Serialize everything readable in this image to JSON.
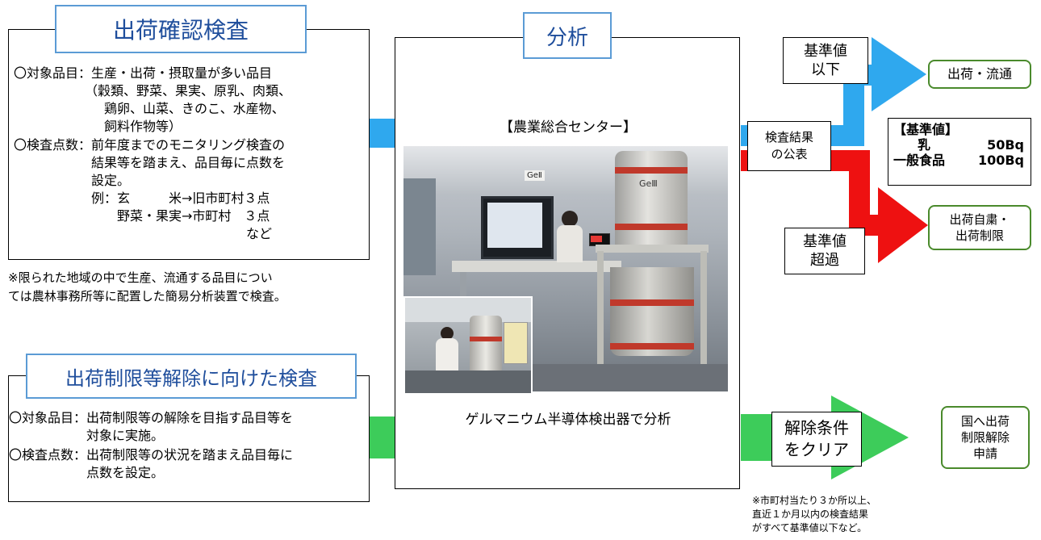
{
  "colors": {
    "accent_blue": "#2fa8ee",
    "accent_red": "#ee1111",
    "accent_green": "#3dcc5a",
    "title_blue": "#1f4e9c",
    "box_green": "#4a8a2c"
  },
  "inspection": {
    "title": "出荷確認検査",
    "lines": [
      "〇対象品目：生産・出荷・摂取量が多い品目",
      "　　　　　　（穀類、野菜、果実、原乳、肉類、",
      "　　　　　　　鶏卵、山菜、きのこ、水産物、",
      "　　　　　　　飼料作物等）",
      "〇検査点数：前年度までのモニタリング検査の",
      "　　　　　　結果等を踏まえ、品目毎に点数を",
      "　　　　　　設定。",
      "　　　　　　例：玄　　　米→旧市町村３点",
      "　　　　　　　　野菜・果実→市町村　３点",
      "　　　　　　　　　　　　　　　　　　など"
    ],
    "note": [
      "※限られた地域の中で生産、流通する品目につい",
      "ては農林事務所等に配置した簡易分析装置で検査。"
    ]
  },
  "release": {
    "title": "出荷制限等解除に向けた検査",
    "lines": [
      "〇対象品目：出荷制限等の解除を目指す品目等を",
      "　　　　　　対象に実施。",
      "〇検査点数：出荷制限等の状況を踏まえ品目毎に",
      "　　　　　　点数を設定。"
    ]
  },
  "analysis": {
    "title": "分析",
    "center": "【農業総合センター】",
    "caption": "ゲルマニウム半導体検出器で分析",
    "device_label": "GeⅢ",
    "device_label2": "GeⅡ"
  },
  "results": {
    "publish": [
      "検査結果",
      "の公表"
    ],
    "below": [
      "基準値",
      "以下"
    ],
    "exceed": [
      "基準値",
      "超過"
    ],
    "clear": [
      "解除条件",
      "をクリア"
    ]
  },
  "outcomes": {
    "ship": "出荷・流通",
    "restrict": [
      "出荷自粛・",
      "出荷制限"
    ],
    "apply": [
      "国へ出荷",
      "制限解除",
      "申請"
    ]
  },
  "standards": {
    "title": "【基準値】",
    "milk_label": "乳",
    "milk_value": "50Bq",
    "food_label": "一般食品",
    "food_value": "100Bq"
  },
  "footnote": [
    "※市町村当たり３か所以上、",
    "直近１か月以内の検査結果",
    "がすべて基準値以下など。"
  ]
}
